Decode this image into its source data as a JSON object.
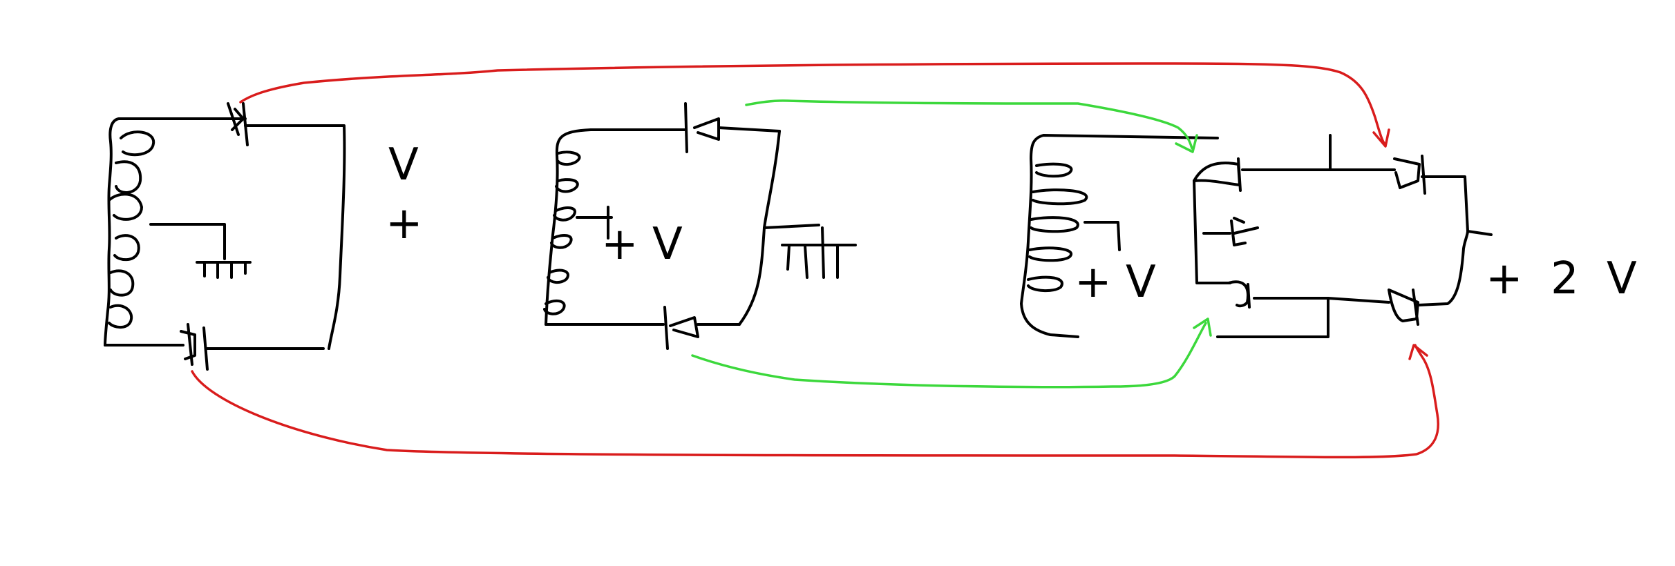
{
  "labels": {
    "circuit1_v": "V",
    "circuit1_plus": "+",
    "circuit2": "+ V",
    "circuit3": "+ V",
    "output": "+ 2 V"
  },
  "colors": {
    "circuit": "#000000",
    "red_connection": "#d91c1c",
    "green_connection": "#3cd83c",
    "background": "#ffffff"
  }
}
